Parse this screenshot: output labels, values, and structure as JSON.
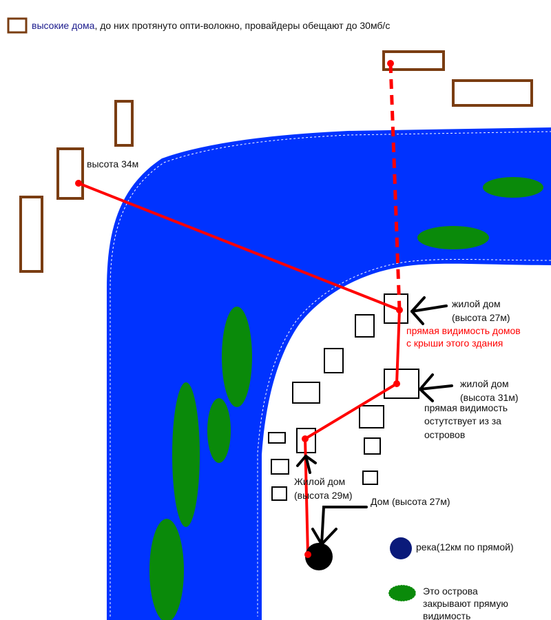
{
  "colors": {
    "river": "#0033ff",
    "island": "#0a8a0a",
    "tall_house": "#7a3d12",
    "link": "#ff0000",
    "legend_river": "#0a1a7a",
    "house": "#000000"
  },
  "legend": {
    "tall_houses_term": "высокие дома",
    "tall_houses_rest": ", до них протянуто опти-волокно, провайдеры обещают до 30мб/с",
    "river": "река(12км по прямой)",
    "islands_line1": "Это острова",
    "islands_line2": "закрывают прямую",
    "islands_line3": "видимость"
  },
  "labels": {
    "height_34": "высота 34м",
    "house_a_line1": "жилой дом",
    "house_a_line2": "(высота 27м)",
    "los_yes_line1": "прямая видимость домов",
    "los_yes_line2": "с крыши этого здания",
    "house_b_line1": "жилой дом",
    "house_b_line2": "(высота 31м)",
    "los_no_line1": "прямая видимость",
    "los_no_line2": "остутствует из за",
    "los_no_line3": "островов",
    "house_c_line1": "Жилой дом",
    "house_c_line2": "(высота 29м)",
    "home": "Дом (высота 27м)"
  }
}
